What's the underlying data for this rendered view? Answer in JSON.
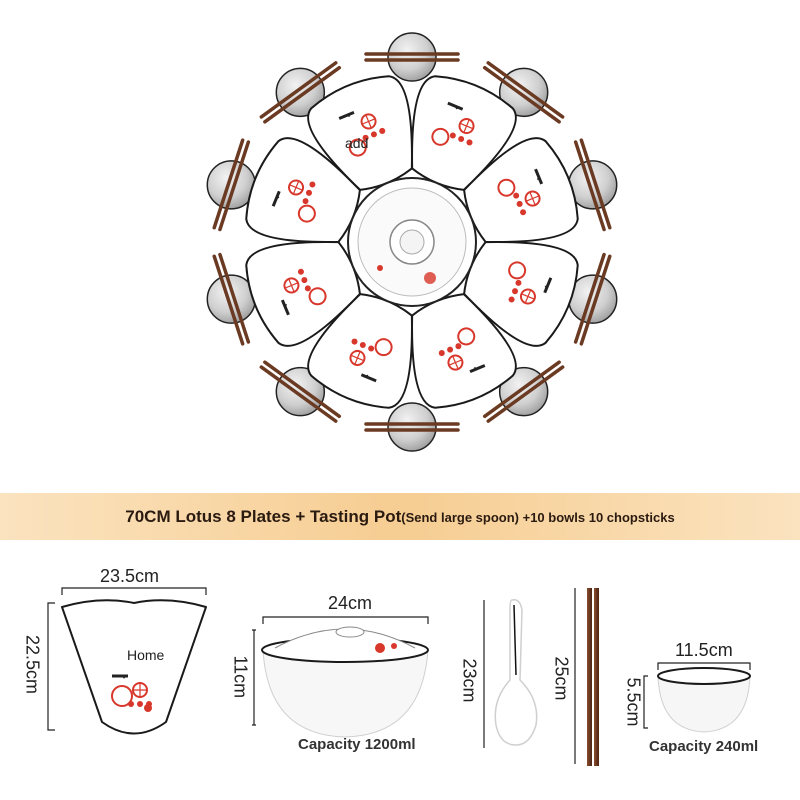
{
  "banner": {
    "main": "70CM Lotus 8 Plates + Tasting Pot",
    "sub": "(Send large spoon) +10 bowls 10 chopsticks"
  },
  "overlay_labels": {
    "center_plate": "add",
    "single_plate": "Home"
  },
  "dimensions": {
    "plate_width": "23.5cm",
    "plate_height": "22.5cm",
    "pot_width": "24cm",
    "pot_height": "11cm",
    "spoon_length": "23cm",
    "chopstick_length": "25cm",
    "bowl_width": "11.5cm",
    "bowl_height": "5.5cm"
  },
  "captions": {
    "pot_capacity": "Capacity 1200ml",
    "bowl_capacity": "Capacity 240ml"
  },
  "colors": {
    "banner": "#f6cd92",
    "accent_red": "#d8372b",
    "rim": "#1a1a1a",
    "chopstick": "#6b3a22"
  }
}
